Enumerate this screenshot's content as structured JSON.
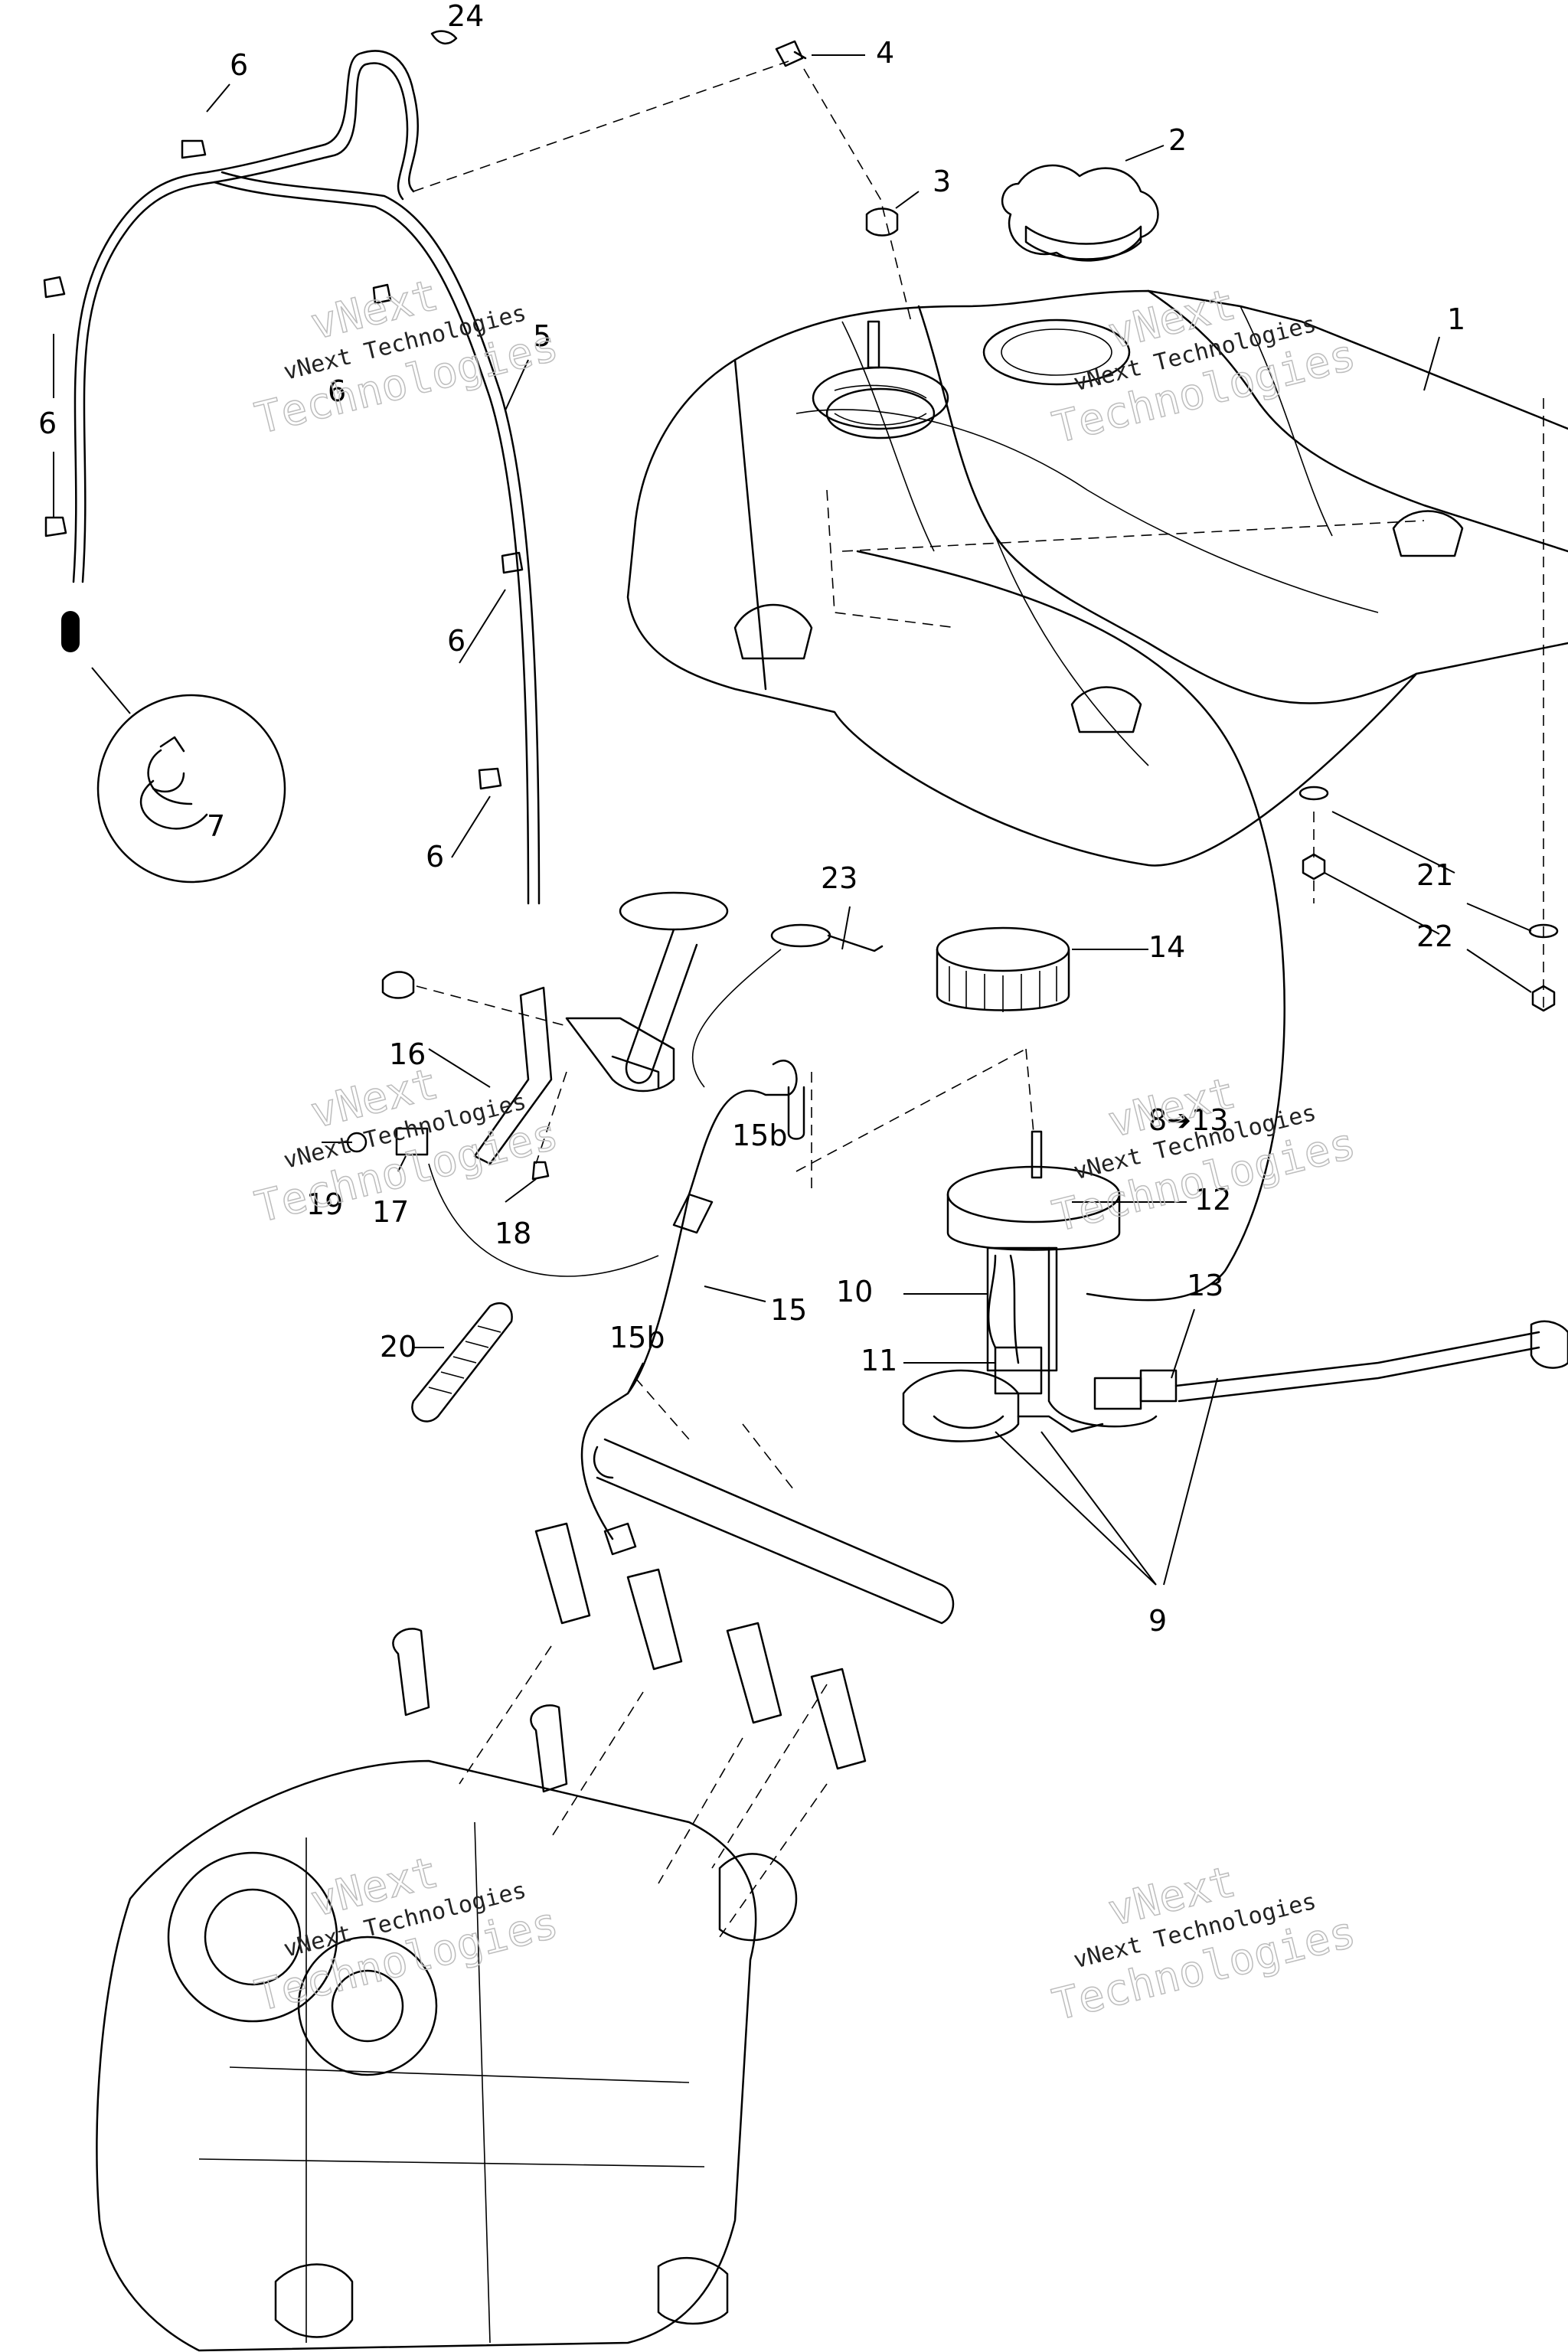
{
  "callouts": {
    "c1": "1",
    "c2": "2",
    "c3": "3",
    "c4": "4",
    "c5": "5",
    "c6": "6",
    "c7": "7",
    "c8_13": "8➔13",
    "c9": "9",
    "c10": "10",
    "c11": "11",
    "c12": "12",
    "c13": "13",
    "c14": "14",
    "c15": "15",
    "c15b": "15b",
    "c16": "16",
    "c17": "17",
    "c18": "18",
    "c19": "19",
    "c20": "20",
    "c21": "21",
    "c22": "22",
    "c23": "23",
    "c24": "24"
  },
  "watermark": {
    "line1": "vNext Technologies",
    "line2": "vNext",
    "line3": "Technologies"
  }
}
